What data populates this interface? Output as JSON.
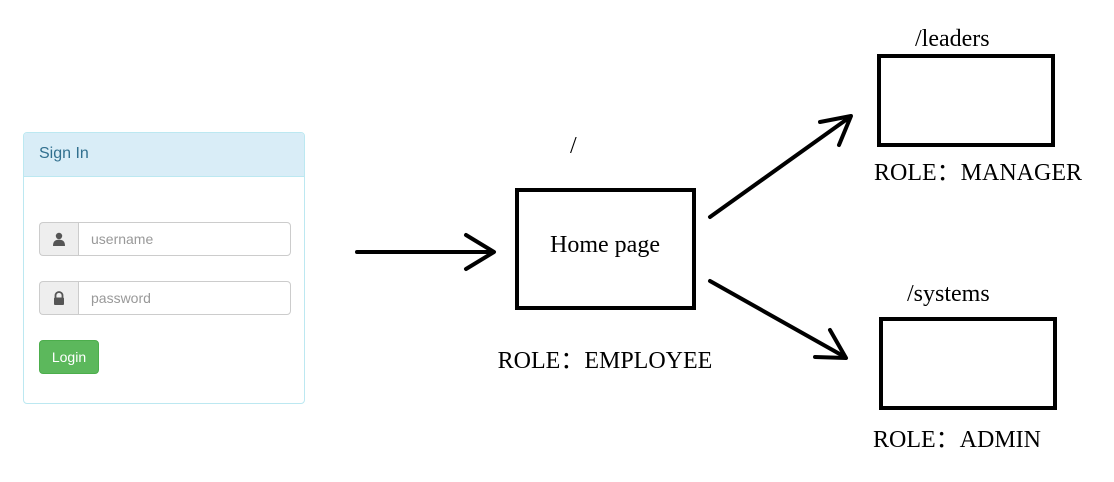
{
  "signin": {
    "title": "Sign In",
    "username_placeholder": "username",
    "password_placeholder": "password",
    "login_label": "Login",
    "username_icon": "user-icon",
    "password_icon": "lock-icon"
  },
  "diagram": {
    "home": {
      "path": "/",
      "label": "Home page",
      "role": "ROLE：EMPLOYEE"
    },
    "leaders": {
      "path": "/leaders",
      "role": "ROLE：MANAGER"
    },
    "systems": {
      "path": "/systems",
      "role": "ROLE：ADMIN"
    }
  },
  "colors": {
    "panel_heading_bg": "#d9edf7",
    "panel_heading_text": "#31708f",
    "panel_border": "#bce8f1",
    "login_button": "#5cb85c"
  }
}
